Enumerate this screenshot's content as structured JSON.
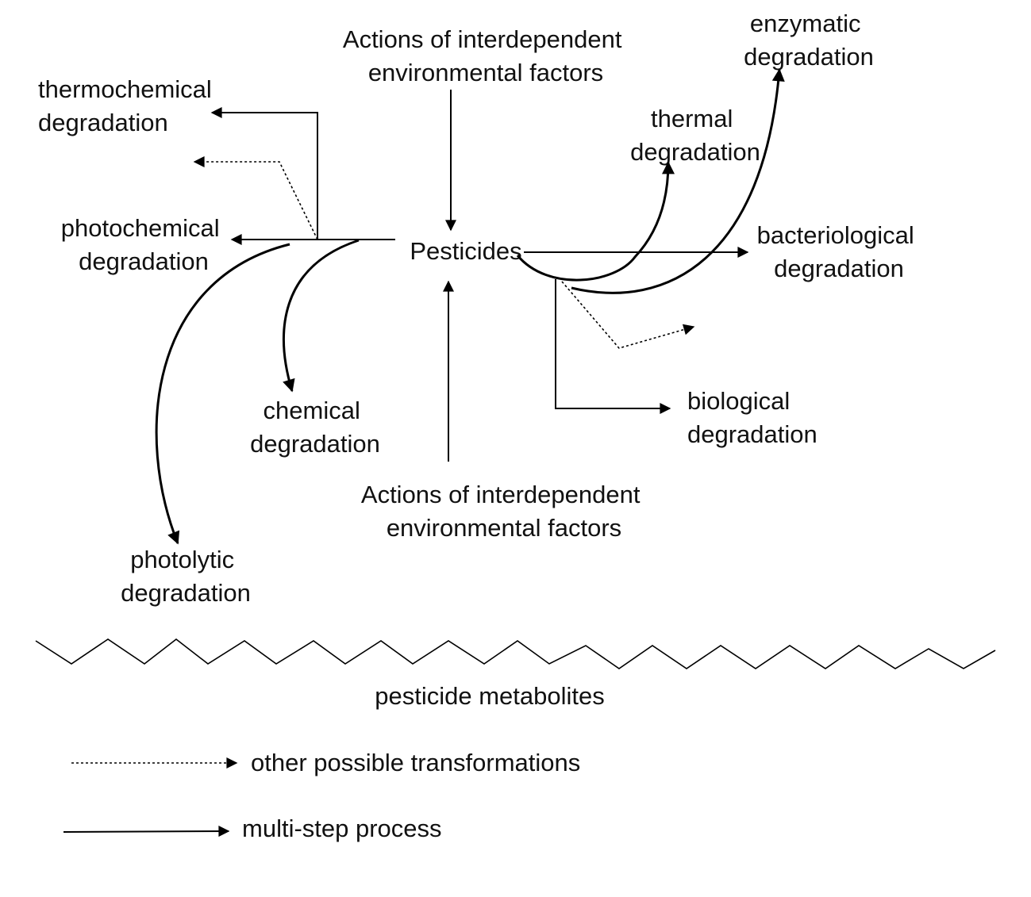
{
  "labels": {
    "actions_top": [
      "Actions of interdependent",
      "environmental factors"
    ],
    "actions_bottom": [
      "Actions of interdependent",
      "environmental factors"
    ],
    "pesticides": "Pesticides",
    "thermochemical": [
      "thermochemical",
      "degradation"
    ],
    "photochemical": [
      "photochemical",
      "degradation"
    ],
    "chemical": [
      "chemical",
      "degradation"
    ],
    "photolytic": [
      "photolytic",
      "degradation"
    ],
    "enzymatic": [
      "enzymatic",
      "degradation"
    ],
    "thermal": [
      "thermal",
      "degradation"
    ],
    "bacteriological": [
      "bacteriological",
      "degradation"
    ],
    "biological": [
      "biological",
      "degradation"
    ],
    "metabolites": "pesticide metabolites"
  },
  "legend": {
    "dotted": "other possible transformations",
    "solid": "multi-step process"
  },
  "colors": {
    "stroke": "#000000",
    "text": "#111111",
    "background": "#ffffff"
  }
}
